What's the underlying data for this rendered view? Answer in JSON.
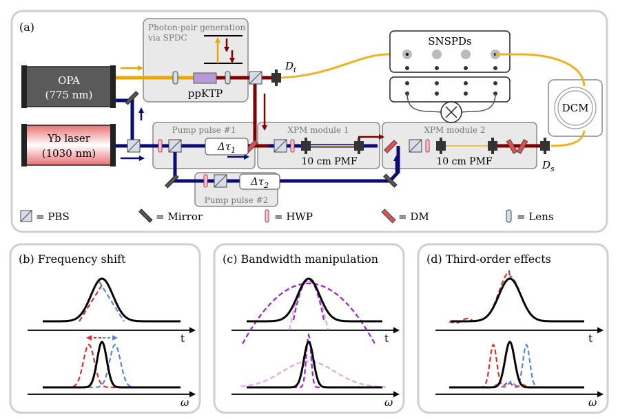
{
  "panel_a": {
    "label": "(a)",
    "opa": {
      "line1": "OPA",
      "line2": "(775 nm)"
    },
    "yb": {
      "line1": "Yb laser",
      "line2": "(1030 nm)"
    },
    "spdc": {
      "line1": "Photon-pair generation",
      "line2": "via SPDC"
    },
    "ppktp": "ppKTP",
    "d_i": {
      "main": "D",
      "sub": "i"
    },
    "d_s": {
      "main": "D",
      "sub": "s"
    },
    "snspd": "SNSPDs",
    "dcm": "DCM",
    "pump1": "Pump pulse #1",
    "pump2": "Pump pulse #2",
    "tau1": {
      "main": "Δτ",
      "sub": "1"
    },
    "tau2": {
      "main": "Δτ",
      "sub": "2"
    },
    "xpm1": "XPM module 1",
    "xpm2": "XPM module 2",
    "pmf1": "10 cm PMF",
    "pmf2": "10 cm PMF",
    "legend": {
      "pbs": "= PBS",
      "mirror": "= Mirror",
      "hwp": "= HWP",
      "dm": "= DM",
      "lens": "= Lens"
    }
  },
  "panel_b": {
    "title": "(b) Frequency shift",
    "top_axis": "t",
    "bottom_axis": "ω"
  },
  "panel_c": {
    "title": "(c) Bandwidth manipulation",
    "top_axis": "t",
    "bottom_axis": "ω"
  },
  "panel_d": {
    "title": "(d) Third-order effects",
    "top_axis": "t",
    "bottom_axis": "ω"
  },
  "colors": {
    "pump_blue": "#0a0a78",
    "opa_yellow": "#e8a800",
    "fiber_yellow": "#f0b020",
    "idler_red": "#800000",
    "red_dash": "#d83030",
    "blue_dash": "#5a82e6",
    "purple_dash": "#9a20d0",
    "pink_dash": "#e0a8e8"
  }
}
